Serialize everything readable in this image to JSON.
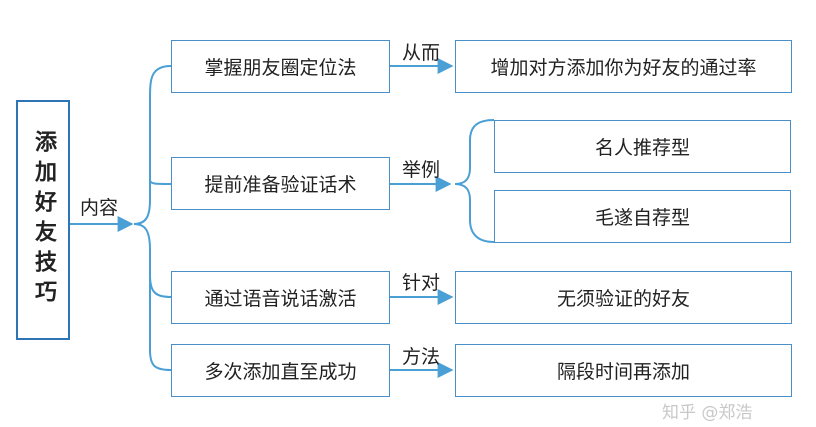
{
  "root": {
    "label": "添加好友技巧"
  },
  "root_edge_label": "内容",
  "branches": [
    {
      "label": "掌握朋友圈定位法",
      "edge_label": "从而",
      "targets": [
        "增加对方添加你为好友的通过率"
      ]
    },
    {
      "label": "提前准备验证话术",
      "edge_label": "举例",
      "targets": [
        "名人推荐型",
        "毛遂自荐型"
      ]
    },
    {
      "label": "通过语音说话激活",
      "edge_label": "针对",
      "targets": [
        "无须验证的好友"
      ]
    },
    {
      "label": "多次添加直至成功",
      "edge_label": "方法",
      "targets": [
        "隔段时间再添加"
      ]
    }
  ],
  "watermark": "知乎 @郑浩",
  "colors": {
    "line": "#4a9fd4",
    "border": "#4a8fc7",
    "root_border": "#2e75b6"
  }
}
